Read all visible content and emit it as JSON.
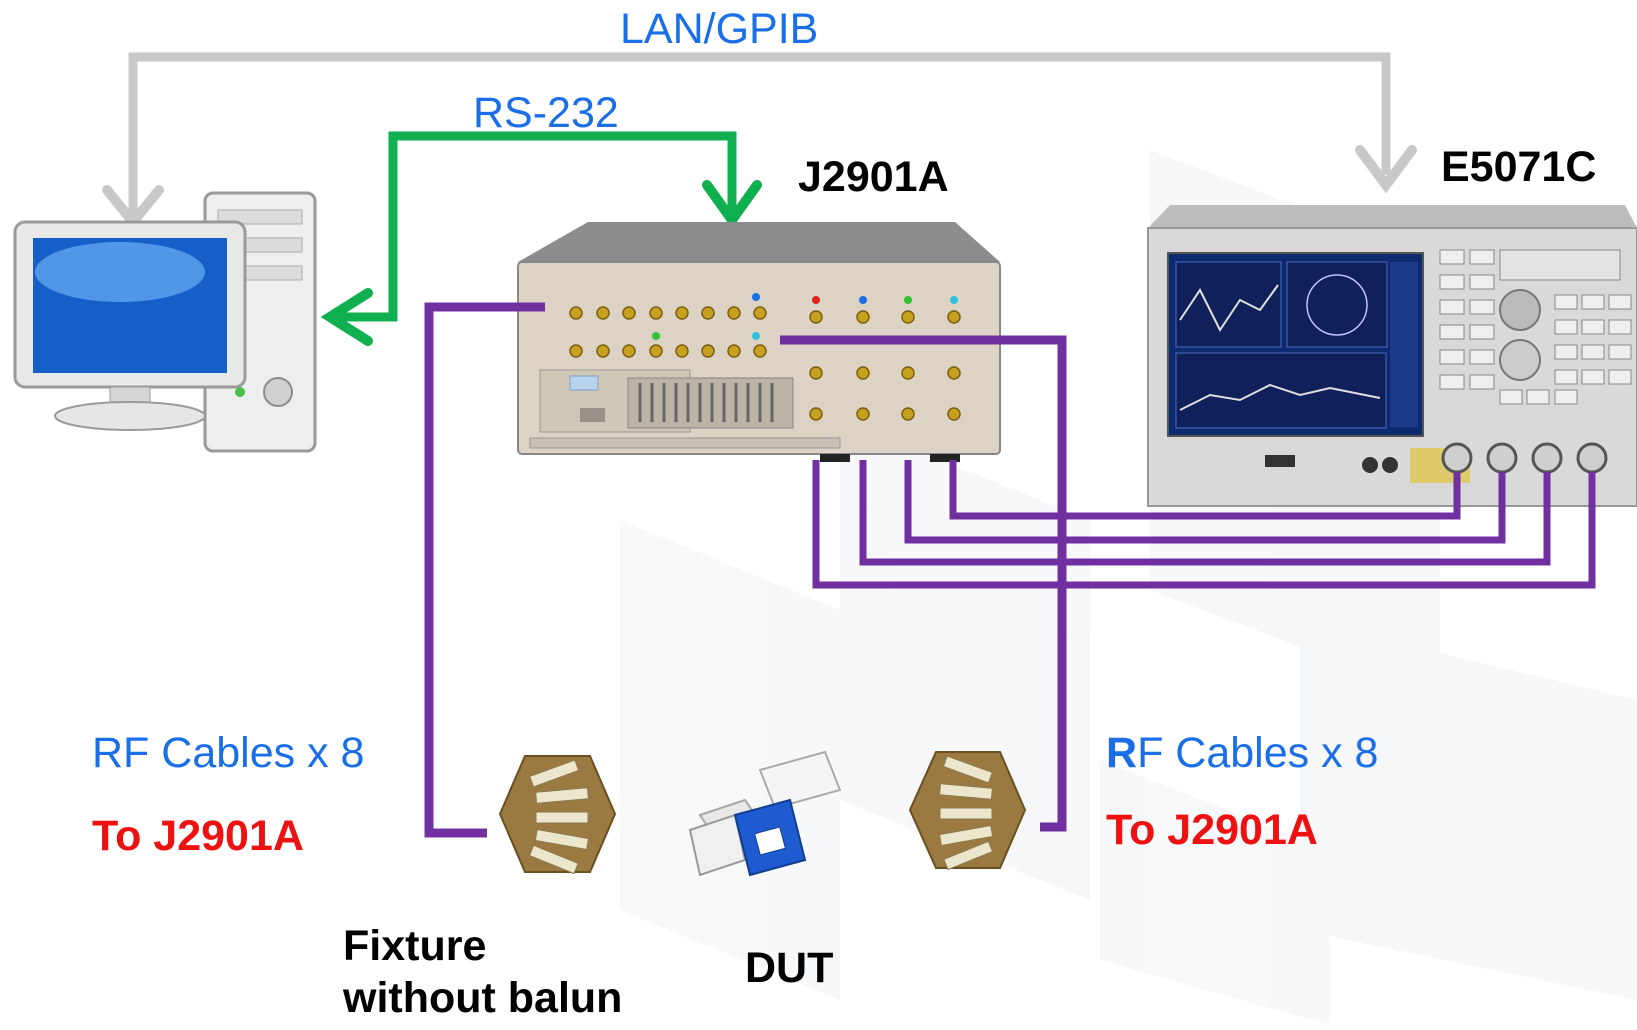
{
  "links": {
    "lan_gpib": "LAN/GPIB",
    "rs232": "RS-232"
  },
  "instruments": {
    "switch": "J2901A",
    "analyzer": "E5071C"
  },
  "left_cables": {
    "count_label": "RF Cables x 8",
    "target_label": "To J2901A"
  },
  "right_cables": {
    "count_label_initial": "R",
    "count_label_rest": "F Cables x 8",
    "target_label": "To J2901A"
  },
  "fixture": {
    "line1": "Fixture",
    "line2": "without balun"
  },
  "dut": "DUT",
  "colors": {
    "lan_cable": "#c8c8c8",
    "rs232_cable": "#10b050",
    "rf_cable": "#7030a0",
    "label_blue": "#1a6fe8",
    "label_red": "#ee1111"
  }
}
